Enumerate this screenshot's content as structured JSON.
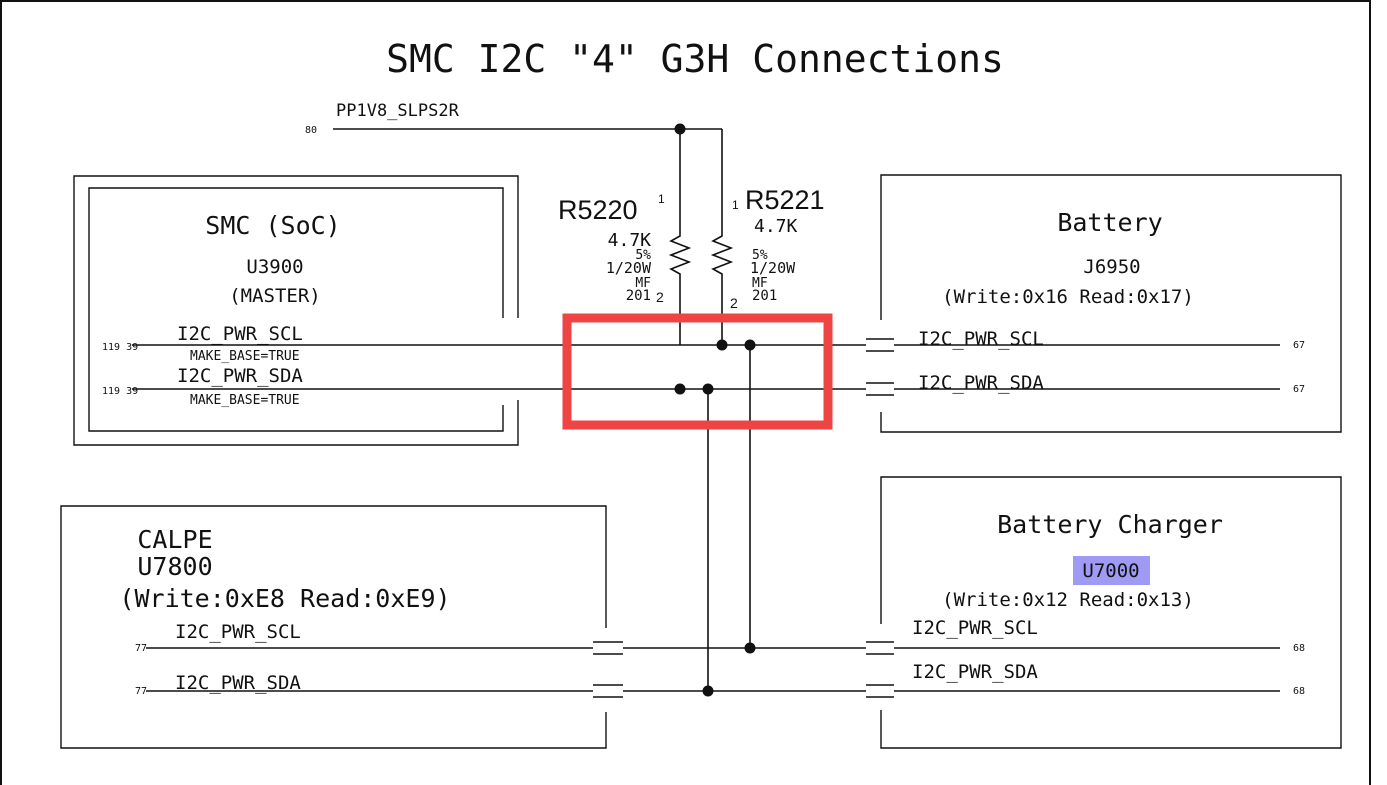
{
  "title": "SMC I2C \"4\" G3H Connections",
  "rail": {
    "name": "PP1V8_SLPS2R",
    "page": "80"
  },
  "resistors": [
    {
      "ref": "R5220",
      "value": "4.7K",
      "tolerance": "5%",
      "power": "1/20W",
      "type": "MF",
      "package": "201",
      "pin1": "1",
      "pin2": "2"
    },
    {
      "ref": "R5221",
      "value": "4.7K",
      "tolerance": "5%",
      "power": "1/20W",
      "type": "MF",
      "package": "201",
      "pin1": "1",
      "pin2": "2"
    }
  ],
  "smc": {
    "title": "SMC (SoC)",
    "designator": "U3900",
    "role": "(MASTER)",
    "scl": {
      "net": "I2C_PWR_SCL",
      "pages": "119 39",
      "prop": "MAKE_BASE=TRUE"
    },
    "sda": {
      "net": "I2C_PWR_SDA",
      "pages": "119 39",
      "prop": "MAKE_BASE=TRUE"
    }
  },
  "battery": {
    "title": "Battery",
    "designator": "J6950",
    "address": "(Write:0x16 Read:0x17)",
    "scl": {
      "net": "I2C_PWR_SCL",
      "page": "67"
    },
    "sda": {
      "net": "I2C_PWR_SDA",
      "page": "67"
    }
  },
  "calpe": {
    "title": "CALPE",
    "designator": "U7800",
    "address": "(Write:0xE8 Read:0xE9)",
    "scl": {
      "net": "I2C_PWR_SCL",
      "page": "77"
    },
    "sda": {
      "net": "I2C_PWR_SDA",
      "page": "77"
    }
  },
  "charger": {
    "title": "Battery Charger",
    "designator": "U7000",
    "address": "(Write:0x12 Read:0x13)",
    "scl": {
      "net": "I2C_PWR_SCL",
      "page": "68"
    },
    "sda": {
      "net": "I2C_PWR_SDA",
      "page": "68"
    }
  },
  "colors": {
    "annotation": "#ef4444",
    "highlight": "#9f9bf5",
    "ink": "#111111"
  }
}
